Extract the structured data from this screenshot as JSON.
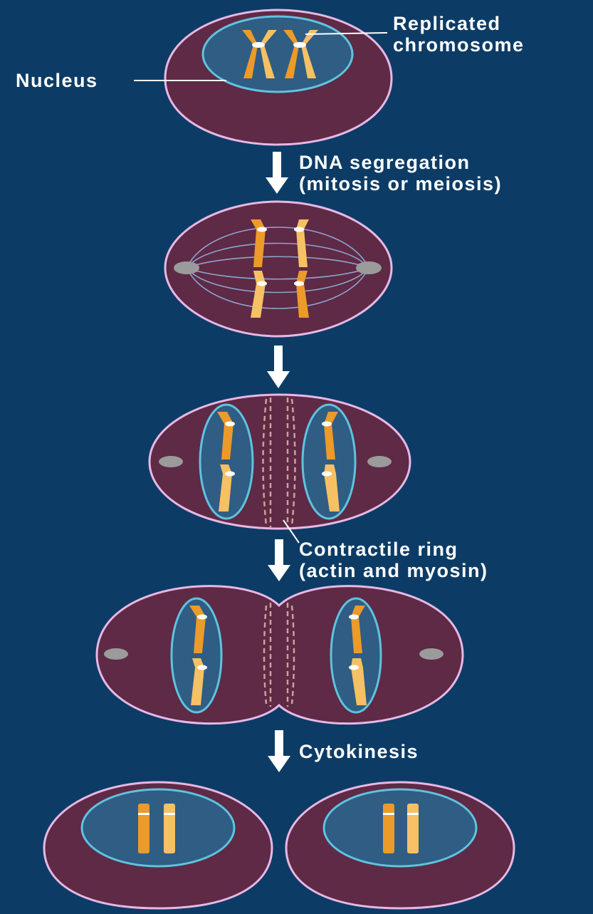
{
  "labels": {
    "replicated_chromosome": [
      "Replicated",
      "chromosome"
    ],
    "nucleus": "Nucleus",
    "dna_segregation": [
      "DNA segregation",
      "(mitosis or meiosis)"
    ],
    "contractile_ring": [
      "Contractile ring",
      "(actin and myosin)"
    ],
    "cytokinesis": "Cytokinesis"
  },
  "colors": {
    "background": "#0c3c66",
    "cell_fill": "#5e2a45",
    "cell_outline": "#e7b8e4",
    "nucleus_fill": "#2f5d84",
    "nucleus_outline": "#5fc3df",
    "chromatid_dark": "#ec9a2a",
    "chromatid_light": "#f6c064",
    "centrosome": "#9b9b9b",
    "spindle": "#8fa4cf",
    "ring": "#caa39a",
    "arrow": "#ffffff",
    "text": "#ffffff"
  },
  "stages": [
    {
      "name": "interphase-cell"
    },
    {
      "name": "mitotic-spindle-cell"
    },
    {
      "name": "anaphase-cell"
    },
    {
      "name": "cleavage-furrow-cell"
    },
    {
      "name": "daughter-cells"
    }
  ]
}
